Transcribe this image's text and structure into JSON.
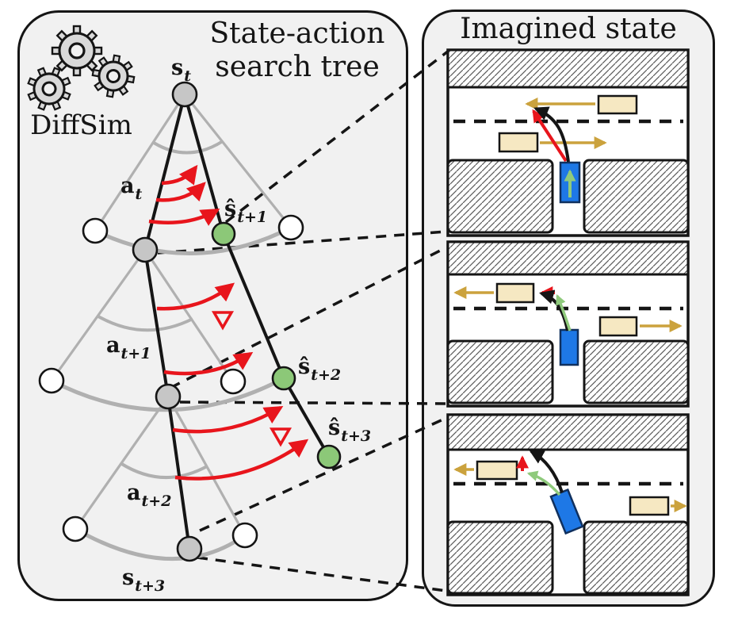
{
  "left_panel": {
    "logo_label": "DiffSim",
    "title_line1": "State-action",
    "title_line2": "search tree",
    "labels": {
      "root": {
        "base": "s",
        "sub": "t"
      },
      "action_t": {
        "base": "a",
        "sub": "t"
      },
      "imagined_t1": {
        "base": "ŝ",
        "sub": "t+1"
      },
      "action_t1": {
        "base": "a",
        "sub": "t+1"
      },
      "imagined_t2": {
        "base": "ŝ",
        "sub": "t+2"
      },
      "imagined_t3": {
        "base": "ŝ",
        "sub": "t+3"
      },
      "action_t2": {
        "base": "a",
        "sub": "t+2"
      },
      "real_t3": {
        "base": "s",
        "sub": "t+3"
      }
    },
    "gradient_symbol": "∇",
    "icon": "gears-icon"
  },
  "right_panel": {
    "title": "Imagined state",
    "scene_count": 3
  },
  "colors": {
    "panel_bg": "#f1f1f1",
    "node_gray": "#c6c6c6",
    "node_green": "#8cc878",
    "node_white": "#ffffff",
    "edge_black": "#151515",
    "fan_gray": "#b0b0b0",
    "arrow_red": "#e8151c",
    "ego_blue": "#1e78e6",
    "agent_car_tan": "#f6e8c2",
    "arrow_tan": "#cba23d",
    "arrow_green": "#8fca7c"
  }
}
